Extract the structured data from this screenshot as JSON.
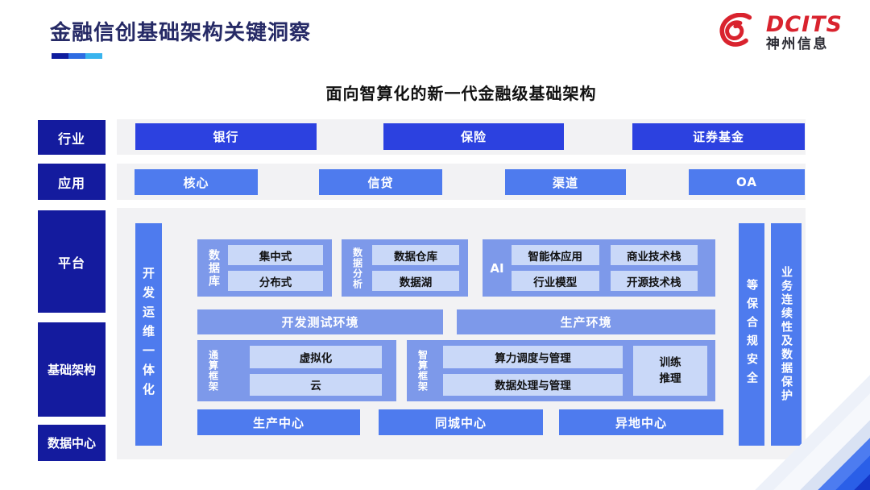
{
  "slide": {
    "title": "金融信创基础架构关键洞察",
    "subtitle": "面向智算化的新一代金融级基础架构"
  },
  "logo": {
    "brand": "DCITS",
    "company": "神州信息"
  },
  "rows": {
    "industry": {
      "label": "行业",
      "items": [
        "银行",
        "保险",
        "证券基金"
      ]
    },
    "application": {
      "label": "应用",
      "items": [
        "核心",
        "信贷",
        "渠道",
        "OA"
      ]
    },
    "platform": {
      "label": "平台"
    },
    "infrastructure": {
      "label": "基础架构"
    },
    "datacenter": {
      "label": "数据中心",
      "items": [
        "生产中心",
        "同城中心",
        "异地中心"
      ]
    }
  },
  "bars": {
    "left": "开发运维一体化",
    "right1": "等保合规安全",
    "right2": "业务连续性及数据保护"
  },
  "groups": {
    "database": {
      "label": "数据库",
      "items": [
        "集中式",
        "分布式"
      ]
    },
    "analytics": {
      "label": "数据分析",
      "items": [
        "数据仓库",
        "数据湖"
      ]
    },
    "ai": {
      "label": "AI",
      "items": [
        "智能体应用",
        "商业技术栈",
        "行业模型",
        "开源技术栈"
      ]
    },
    "environments": [
      "开发测试环境",
      "生产环境"
    ],
    "general_compute": {
      "label": "通算框架",
      "items": [
        "虚拟化",
        "云"
      ]
    },
    "ai_compute": {
      "label": "智算框架",
      "items": [
        "算力调度与管理",
        "数据处理与管理"
      ],
      "side": "训练推理"
    }
  },
  "colors": {
    "navy_label": "#141b9e",
    "primary_blue": "#2c41e0",
    "medium_blue": "#4e7bee",
    "container_blue": "#7d99ea",
    "light_blue": "#c9d8f8",
    "panel_gray": "#f2f2f4",
    "title_navy": "#262a66",
    "brand_red": "#d9232e"
  }
}
